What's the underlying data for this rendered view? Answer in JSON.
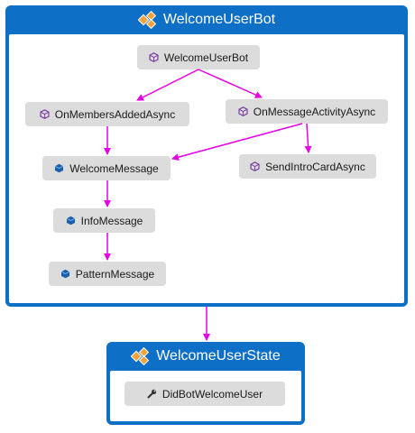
{
  "diagram": {
    "edge_color": "#e600e6",
    "group_color": "#0e6fc6",
    "groups": {
      "welcome_user_bot": {
        "title": "WelcomeUserBot",
        "icon": "class-icon"
      },
      "welcome_user_state": {
        "title": "WelcomeUserState",
        "icon": "class-icon"
      }
    },
    "nodes": {
      "welcome_user_bot": {
        "label": "WelcomeUserBot",
        "icon": "method-icon"
      },
      "on_members_added_async": {
        "label": "OnMembersAddedAsync",
        "icon": "method-icon"
      },
      "on_message_activity_async": {
        "label": "OnMessageActivityAsync",
        "icon": "method-icon"
      },
      "welcome_message": {
        "label": "WelcomeMessage",
        "icon": "field-icon"
      },
      "send_intro_card_async": {
        "label": "SendIntroCardAsync",
        "icon": "method-icon"
      },
      "info_message": {
        "label": "InfoMessage",
        "icon": "field-icon"
      },
      "pattern_message": {
        "label": "PatternMessage",
        "icon": "field-icon"
      },
      "did_bot_welcome_user": {
        "label": "DidBotWelcomeUser",
        "icon": "property-icon"
      }
    },
    "edges": [
      {
        "from": "WelcomeUserBot",
        "to": "OnMembersAddedAsync"
      },
      {
        "from": "WelcomeUserBot",
        "to": "OnMessageActivityAsync"
      },
      {
        "from": "OnMembersAddedAsync",
        "to": "WelcomeMessage"
      },
      {
        "from": "OnMessageActivityAsync",
        "to": "WelcomeMessage"
      },
      {
        "from": "OnMessageActivityAsync",
        "to": "SendIntroCardAsync"
      },
      {
        "from": "WelcomeMessage",
        "to": "InfoMessage"
      },
      {
        "from": "InfoMessage",
        "to": "PatternMessage"
      },
      {
        "from": "WelcomeUserBot group",
        "to": "WelcomeUserState group"
      }
    ]
  }
}
